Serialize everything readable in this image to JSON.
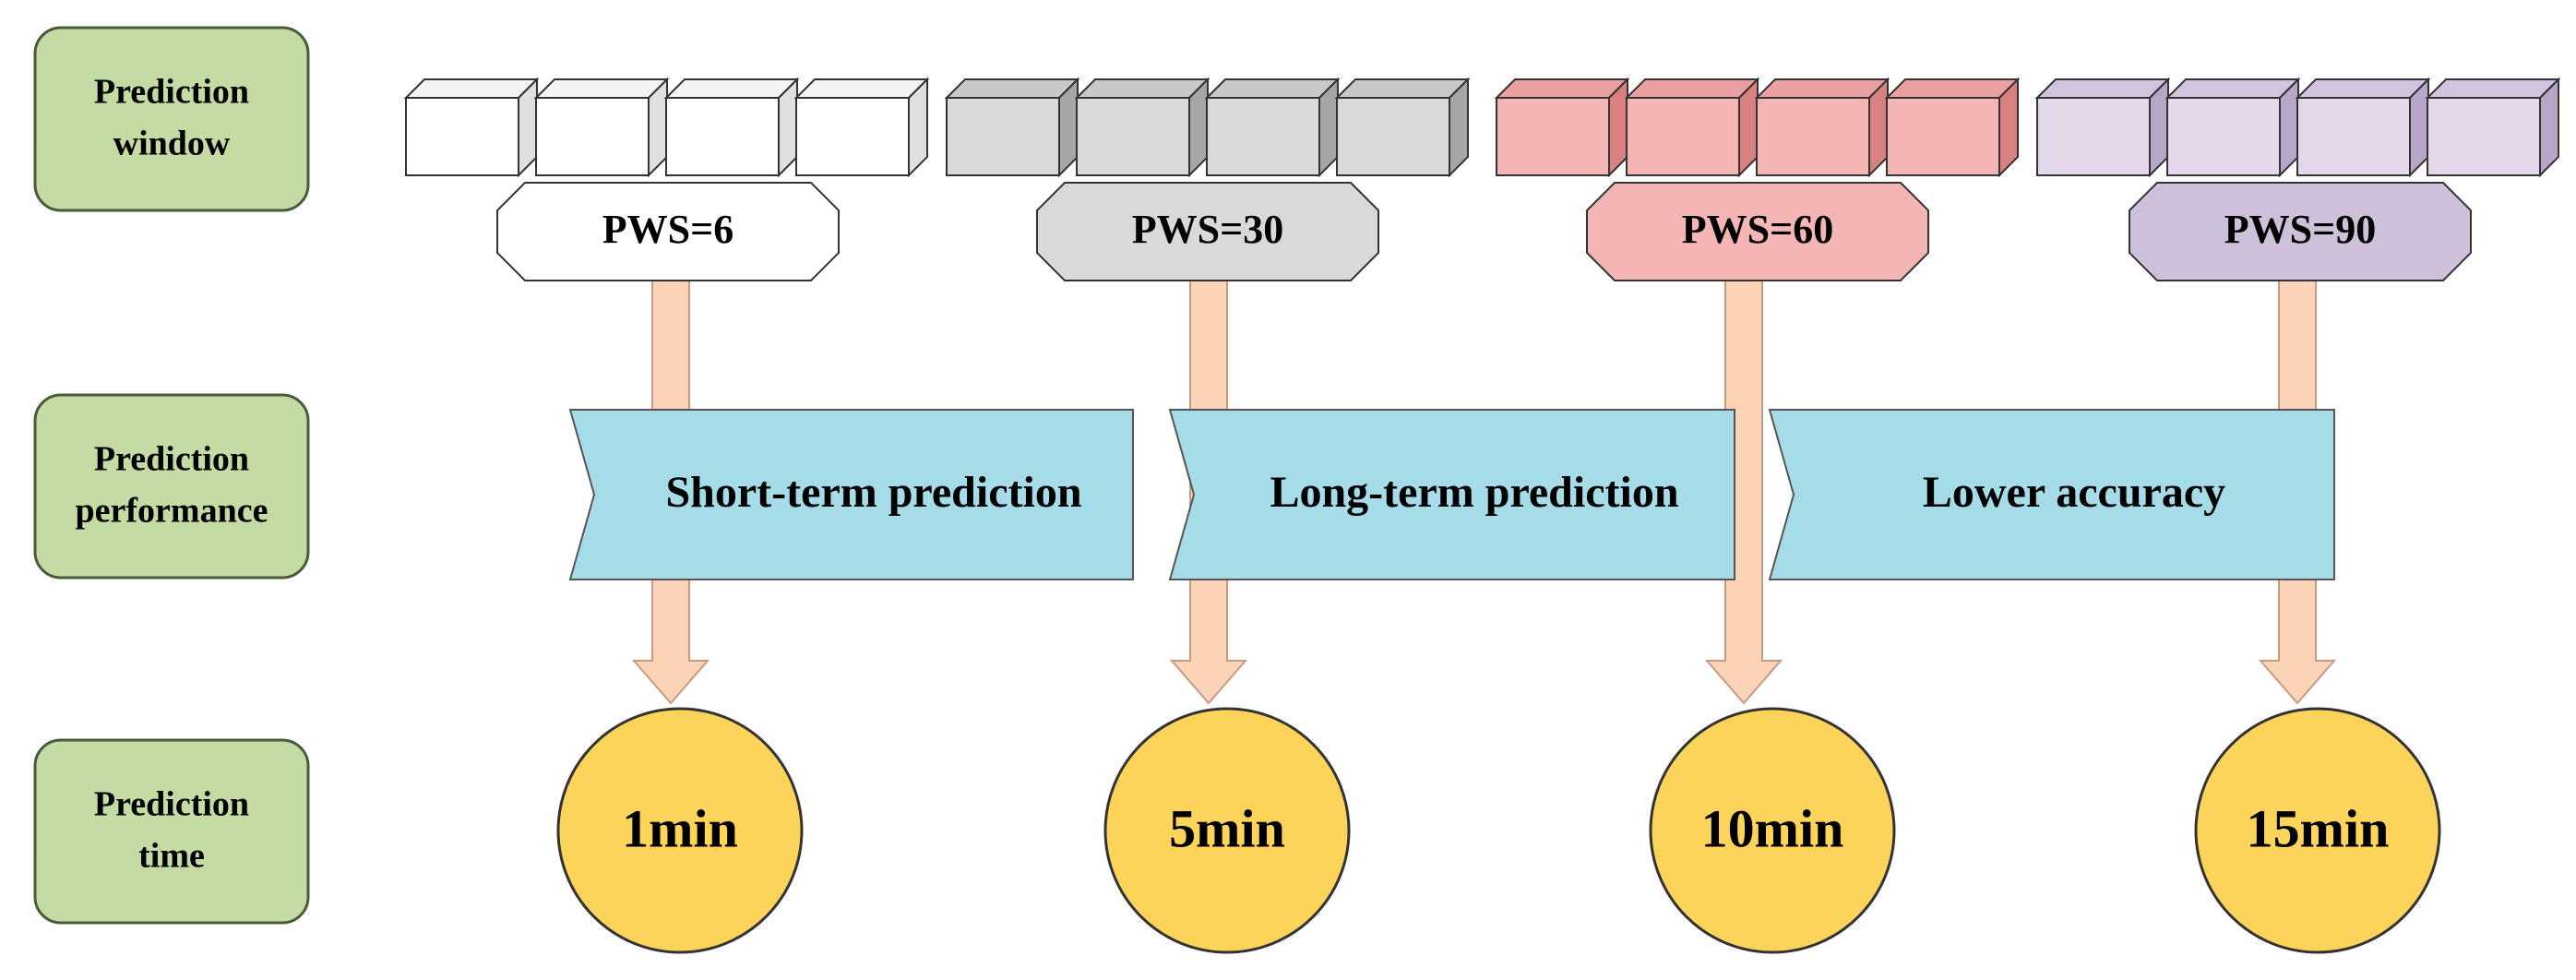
{
  "rows": [
    {
      "id": "window",
      "lines": [
        "Prediction",
        "window"
      ]
    },
    {
      "id": "performance",
      "lines": [
        "Prediction",
        "performance"
      ]
    },
    {
      "id": "time",
      "lines": [
        "Prediction",
        "time"
      ]
    }
  ],
  "groups": [
    {
      "pws_label": "PWS=6",
      "time_label": "1min",
      "color": "#ffffff",
      "cube_side": "#e0e0e0",
      "cube_top": "#f4f4f4",
      "badge_color": "#ffffff"
    },
    {
      "pws_label": "PWS=30",
      "time_label": "5min",
      "color": "#d9d9d9",
      "cube_side": "#a6a6a6",
      "cube_top": "#c8c8c8",
      "badge_color": "#d9d9d9"
    },
    {
      "pws_label": "PWS=60",
      "time_label": "10min",
      "color": "#f4b5b5",
      "cube_side": "#d98080",
      "cube_top": "#eaa0a0",
      "badge_color": "#f4b5b5"
    },
    {
      "pws_label": "PWS=90",
      "time_label": "15min",
      "color": "#e3d9eb",
      "cube_side": "#b8a6c9",
      "cube_top": "#d2c4de",
      "badge_color": "#ccc0da"
    }
  ],
  "performance_bands": [
    {
      "label": "Short-term prediction"
    },
    {
      "label": "Long-term prediction"
    },
    {
      "label": "Lower accuracy"
    }
  ],
  "colors": {
    "row_label_fill": "#c4dba4",
    "row_label_stroke": "#4a5a3a",
    "band_fill": "#a6dce8",
    "band_stroke": "#555555",
    "arrow_fill": "#fbd4b8",
    "arrow_stroke": "#c99a80",
    "circle_fill": "#fcd45a",
    "circle_stroke": "#333333"
  }
}
